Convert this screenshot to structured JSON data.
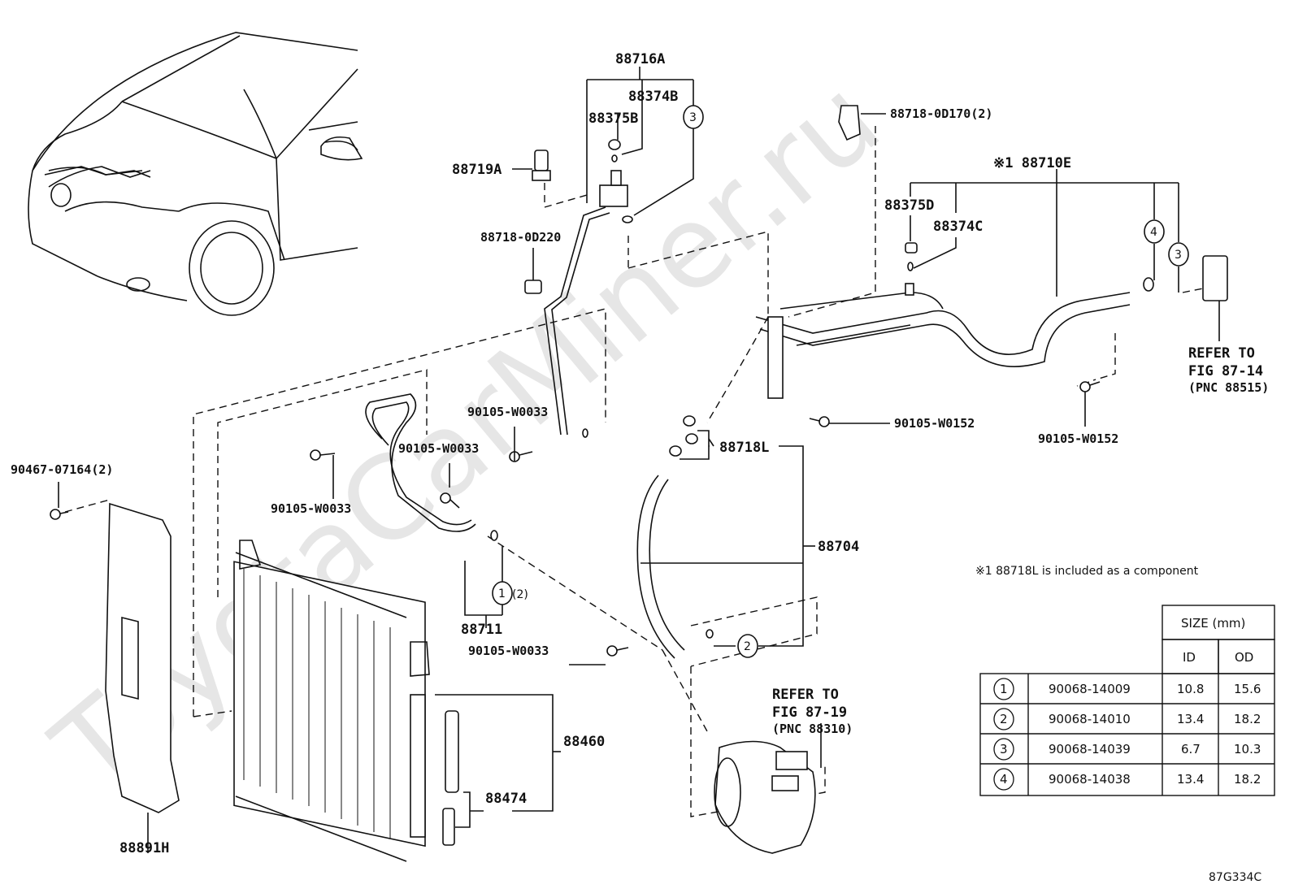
{
  "watermark": "ToyotaCarMiner.ru",
  "labels": {
    "p88716A": "88716A",
    "p88374B": "88374B",
    "p88375B": "88375B",
    "p88719A": "88719A",
    "p88718_0D220": "88718-0D220",
    "p88718_0D170": "88718-0D170(2)",
    "p88710E": "※1 88710E",
    "p88375D": "88375D",
    "p88374C": "88374C",
    "p90105_W0152_a": "90105-W0152",
    "p90105_W0152_b": "90105-W0152",
    "p90105_W0033_a": "90105-W0033",
    "p90105_W0033_b": "90105-W0033",
    "p90105_W0033_c": "90105-W0033",
    "p90105_W0033_d": "90105-W0033",
    "p88718L": "88718L",
    "p88704": "88704",
    "p88711": "88711",
    "p90467": "90467-07164(2)",
    "p88460": "88460",
    "p88474": "88474",
    "p88891H": "88891H",
    "qty2": "(2)"
  },
  "callouts": [
    "1",
    "2",
    "3",
    "3",
    "4"
  ],
  "refer_1": {
    "line1": "REFER TO",
    "line2": "FIG 87-14",
    "line3": "(PNC 88515)"
  },
  "refer_2": {
    "line1": "REFER TO",
    "line2": "FIG 87-19",
    "line3": "(PNC 88310)"
  },
  "footnote": "※1 88718L is included as a component",
  "table": {
    "size_header": "SIZE (mm)",
    "col_id": "ID",
    "col_od": "OD",
    "rows": [
      {
        "mark": "1",
        "part": "90068-14009",
        "id": "10.8",
        "od": "15.6"
      },
      {
        "mark": "2",
        "part": "90068-14010",
        "id": "13.4",
        "od": "18.2"
      },
      {
        "mark": "3",
        "part": "90068-14039",
        "id": "6.7",
        "od": "10.3"
      },
      {
        "mark": "4",
        "part": "90068-14038",
        "id": "13.4",
        "od": "18.2"
      }
    ]
  },
  "figure_code": "87G334C"
}
